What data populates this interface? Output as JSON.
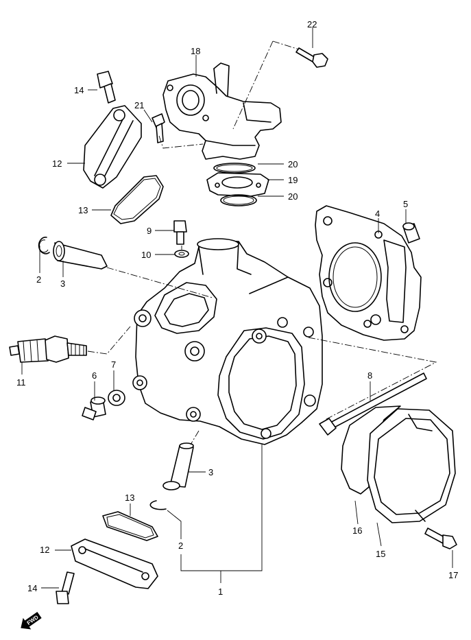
{
  "callouts": {
    "c1": "1",
    "c2a": "2",
    "c2b": "2",
    "c3a": "3",
    "c3b": "3",
    "c4": "4",
    "c5": "5",
    "c6": "6",
    "c7": "7",
    "c8": "8",
    "c9": "9",
    "c10": "10",
    "c11": "11",
    "c12a": "12",
    "c12b": "12",
    "c13a": "13",
    "c13b": "13",
    "c14a": "14",
    "c14b": "14",
    "c15": "15",
    "c16": "16",
    "c17": "17",
    "c18": "18",
    "c19": "19",
    "c20a": "20",
    "c20b": "20",
    "c21": "21",
    "c22": "22"
  },
  "direction_marker": {
    "label": "FWD",
    "icon": "forward-arrow-icon"
  }
}
